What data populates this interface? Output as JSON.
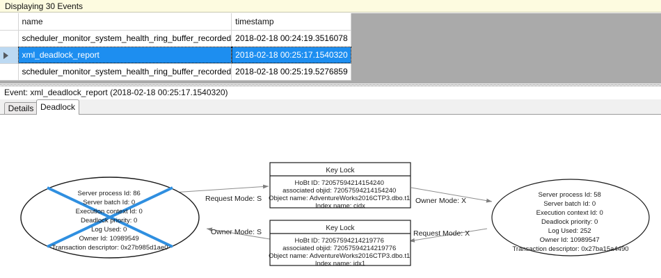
{
  "banner": {
    "text": "Displaying 30 Events"
  },
  "grid": {
    "columns": [
      "",
      "name",
      "timestamp"
    ],
    "rows": [
      {
        "selected": false,
        "name": "scheduler_monitor_system_health_ring_buffer_recorded",
        "timestamp": "2018-02-18 00:24:19.3516078"
      },
      {
        "selected": true,
        "name": "xml_deadlock_report",
        "timestamp": "2018-02-18 00:25:17.1540320"
      },
      {
        "selected": false,
        "name": "scheduler_monitor_system_health_ring_buffer_recorded",
        "timestamp": "2018-02-18 00:25:19.5276859"
      }
    ]
  },
  "event_header": {
    "text": "Event: xml_deadlock_report (2018-02-18 00:25:17.1540320)"
  },
  "tabs": [
    {
      "label": "Details",
      "active": false
    },
    {
      "label": "Deadlock",
      "active": true
    }
  ],
  "deadlock": {
    "victim_process": {
      "is_victim": true,
      "lines": [
        "Server process Id: 86",
        "Server batch Id: 0",
        "Execution context Id: 0",
        "Deadlock priority: 0",
        "Log Used: 0",
        "Owner Id: 10989549",
        "Transaction descriptor: 0x27b985d1ae0"
      ]
    },
    "other_process": {
      "is_victim": false,
      "lines": [
        "Server process Id: 58",
        "Server batch Id: 0",
        "Execution context Id: 0",
        "Deadlock priority: 0",
        "Log Used: 252",
        "Owner Id: 10989547",
        "Transaction descriptor: 0x27ba15a4490"
      ]
    },
    "resources": [
      {
        "title": "Key Lock",
        "lines": [
          "HoBt ID: 72057594214154240",
          "associated objid: 72057594214154240",
          "Object name: AdventureWorks2016CTP3.dbo.t1",
          "Index name: cidx"
        ]
      },
      {
        "title": "Key Lock",
        "lines": [
          "HoBt ID: 72057594214219776",
          "associated objid: 72057594214219776",
          "Object name: AdventureWorks2016CTP3.dbo.t1",
          "Index name: idx1"
        ]
      }
    ],
    "edges": [
      {
        "label": "Request Mode: S"
      },
      {
        "label": "Owner Mode: S"
      },
      {
        "label": "Owner Mode: X"
      },
      {
        "label": "Request Mode: X"
      }
    ]
  },
  "colors": {
    "banner_background": "#fdfbe0",
    "selection_blue": "#1d8ef0",
    "victim_marker": "#2f8fe0",
    "grid_filler": "#aaaaaa"
  }
}
